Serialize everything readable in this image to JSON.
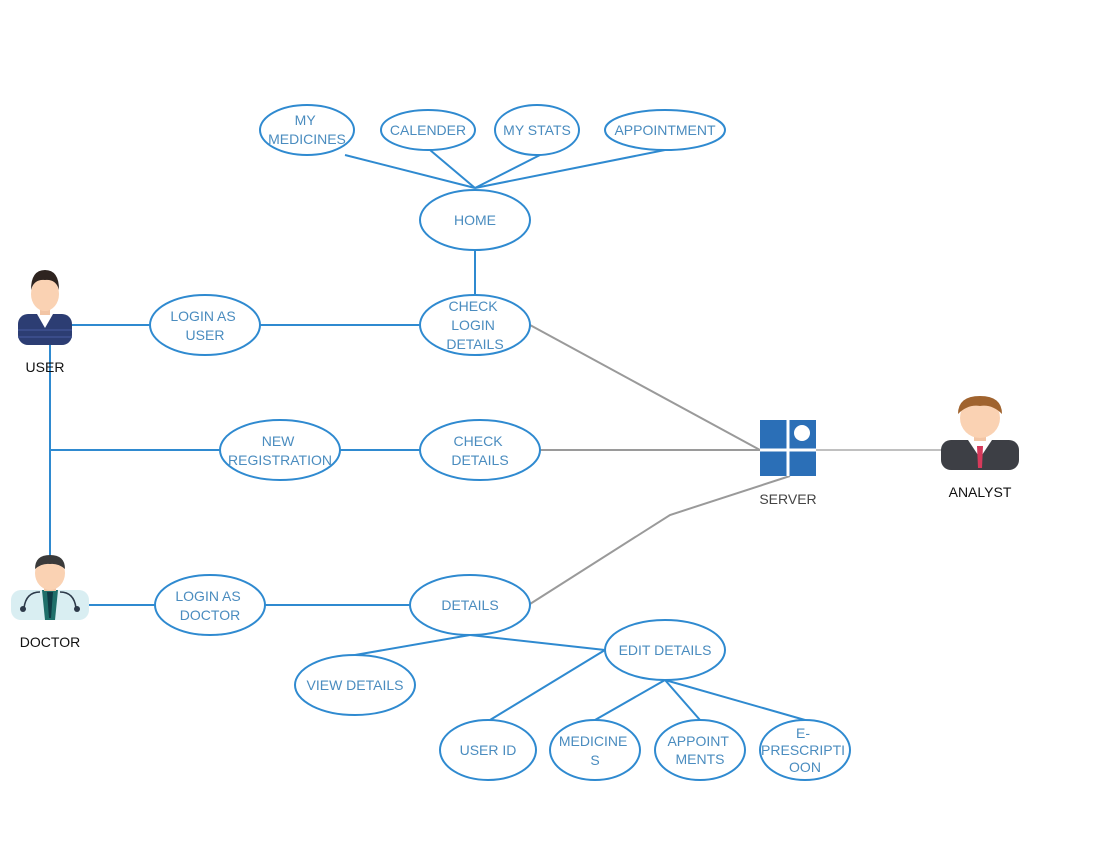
{
  "actors": {
    "user": "USER",
    "doctor": "DOCTOR",
    "analyst": "ANALYST",
    "server": "SERVER"
  },
  "nodes": {
    "my_medicines": [
      "MY",
      "MEDICINES"
    ],
    "calender": [
      "CALENDER"
    ],
    "my_stats": [
      "MY STATS"
    ],
    "appointment": [
      "APPOINTMENT"
    ],
    "home": [
      "HOME"
    ],
    "check_login_details": [
      "CHECK",
      "LOGIN",
      "DETAILS"
    ],
    "login_as_user": [
      "LOGIN AS",
      "USER"
    ],
    "new_registration": [
      "NEW",
      "REGISTRATION"
    ],
    "check_details": [
      "CHECK",
      "DETAILS"
    ],
    "login_as_doctor": [
      "LOGIN AS",
      "DOCTOR"
    ],
    "details": [
      "DETAILS"
    ],
    "edit_details": [
      "EDIT DETAILS"
    ],
    "view_details": [
      "VIEW DETAILS"
    ],
    "user_id": [
      "USER ID"
    ],
    "medicines": [
      "MEDICINE",
      "S"
    ],
    "appointments": [
      "APPOINT",
      "MENTS"
    ],
    "e_prescription": [
      "E-",
      "PRESCRIPTI",
      "OON"
    ]
  },
  "colors": {
    "node_stroke": "#2f8ad0",
    "node_text": "#4a8cbf",
    "server_connector": "#9a9a9a",
    "server_icon": "#2b6fb7"
  },
  "icons": {
    "user": "person-icon",
    "doctor": "doctor-icon",
    "analyst": "businessman-icon",
    "server": "server-icon"
  }
}
